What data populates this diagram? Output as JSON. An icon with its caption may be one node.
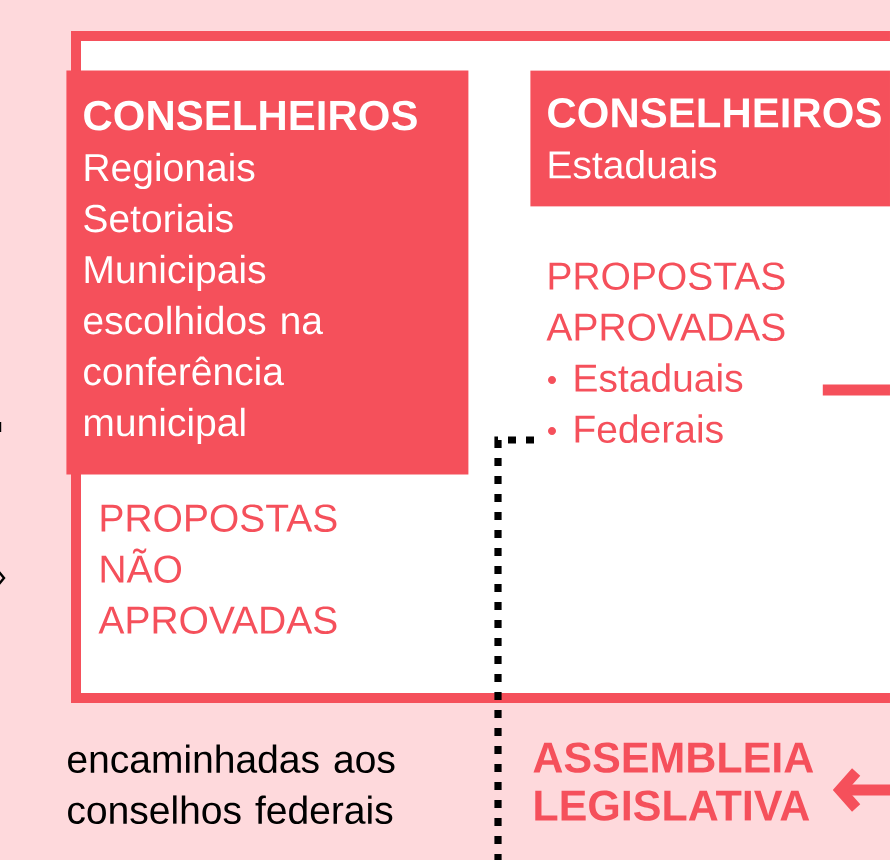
{
  "diagram": {
    "nodes": [
      {
        "text": [],
        "shape": "box"
      },
      {
        "text": [
          "CONSELHEIROS",
          "Regionais",
          "Setoriais",
          "Municipais",
          "escolhidos na conferência municipal"
        ],
        "in": 0
      },
      {
        "text": [
          "CONSELHEIROS",
          "Estaduais"
        ],
        "in": 0
      },
      {
        "text": [
          "PROPOSTAS APROVADAS",
          "Estaduais",
          "Federais"
        ],
        "in": 0
      },
      {
        "text": [
          "ASSEMBLEIA LEGISLATIVA"
        ]
      }
    ],
    "edges": [
      {
        "from": 3,
        "to": null,
        "arrow": "none"
      },
      {
        "from": 3,
        "to": null,
        "arrow": "none",
        "style": "dashed",
        "color": "#000000"
      },
      {
        "from": null,
        "to": 4,
        "arrow": "to"
      }
    ],
    "labels": [
      "PROPOSTAS NÃO APROVADAS",
      "encaminhadas aos conselhos federais"
    ]
  }
}
